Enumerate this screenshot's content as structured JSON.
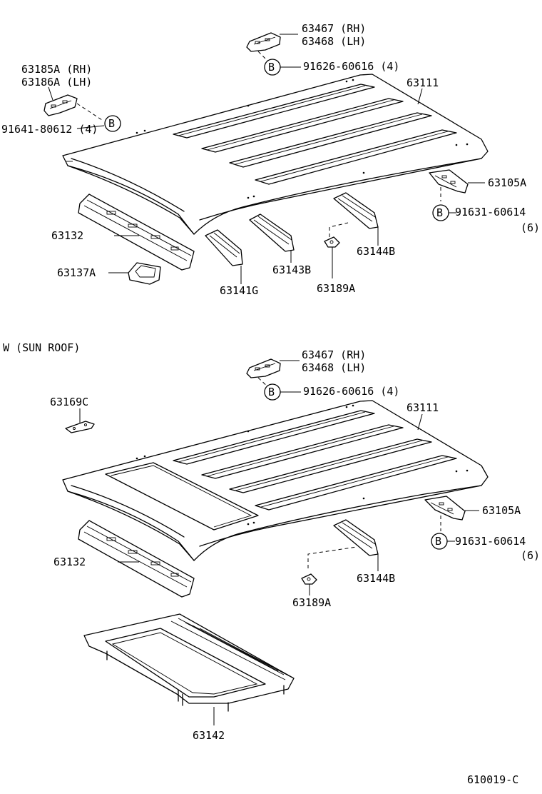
{
  "section_title": "W  (SUN ROOF)",
  "diagram_code": "610019-C",
  "callout_marker": "B",
  "upper": {
    "bracket_front_rh": "63467 (RH)",
    "bracket_front_lh": "63468 (LH)",
    "bolt_front": "91626-60616 (4)",
    "bracket_rear_rh": "63185A (RH)",
    "bracket_rear_lh": "63186A (LH)",
    "bolt_rear": "91641-80612 (4)",
    "roof_panel": "63111",
    "bracket_side": "63105A",
    "bolt_side": "91631-60614",
    "bolt_side_qty": "(6)",
    "header_rail": "63132",
    "pad": "63137A",
    "bow_1": "63141G",
    "bow_2": "63143B",
    "bow_3": "63144B",
    "clip": "63189A"
  },
  "lower": {
    "bracket_front_rh": "63467 (RH)",
    "bracket_front_lh": "63468 (LH)",
    "bolt_front": "91626-60616 (4)",
    "clip_rear": "63169C",
    "roof_panel": "63111",
    "bracket_side": "63105A",
    "bolt_side": "91631-60614",
    "bolt_side_qty": "(6)",
    "header_rail": "63132",
    "bow_3": "63144B",
    "clip": "63189A",
    "sunroof_frame": "63142"
  }
}
